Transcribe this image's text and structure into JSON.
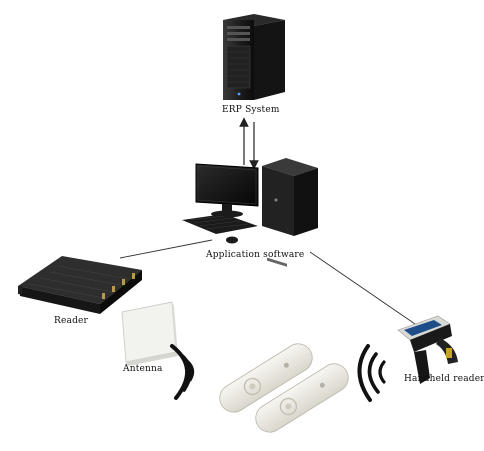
{
  "diagram": {
    "nodes": [
      {
        "id": "erp",
        "label": "ERP System",
        "icon": "erp-server-icon"
      },
      {
        "id": "app",
        "label": "Application software",
        "icon": "desktop-computer-icon"
      },
      {
        "id": "reader",
        "label": "Reader",
        "icon": "rfid-reader-icon"
      },
      {
        "id": "antenna",
        "label": "Antenna",
        "icon": "rfid-antenna-icon"
      },
      {
        "id": "handheld",
        "label": "Handheld reader",
        "icon": "handheld-reader-icon"
      },
      {
        "id": "tags",
        "label": "",
        "icon": "rfid-tag-icon"
      }
    ],
    "edges": [
      {
        "from": "app",
        "to": "erp",
        "style": "bidirectional-arrows"
      },
      {
        "from": "app",
        "to": "reader",
        "style": "line"
      },
      {
        "from": "app",
        "to": "handheld",
        "style": "line"
      }
    ],
    "signals": [
      "wireless-signal-icon",
      "wireless-signal-icon"
    ],
    "colors": {
      "line": "#333333",
      "device_dark": "#1e1e1e",
      "tag": "#eeece4",
      "signal": "#111111"
    }
  }
}
